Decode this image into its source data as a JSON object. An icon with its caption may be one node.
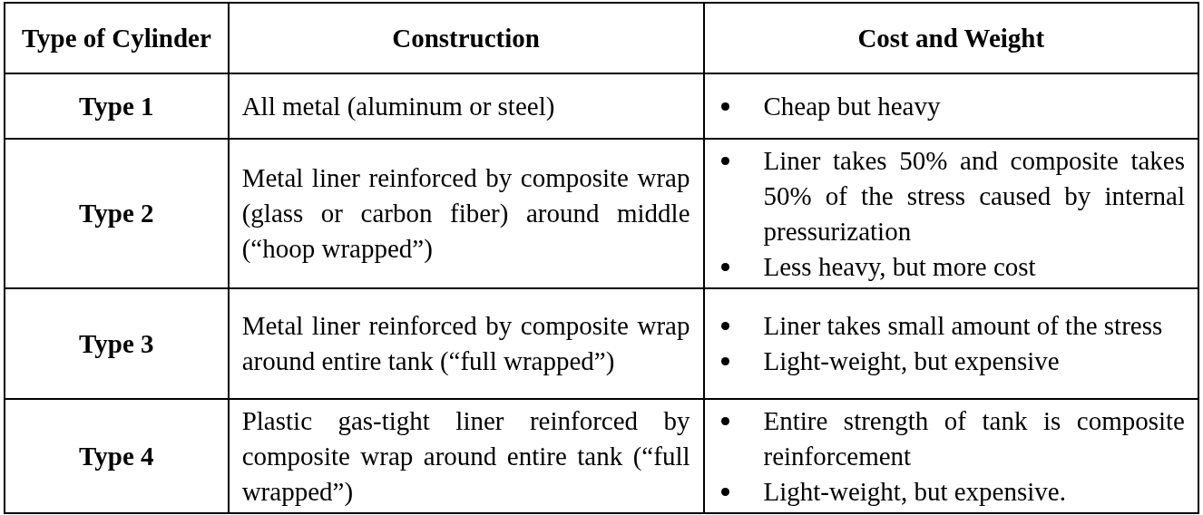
{
  "diagram": {
    "labels": [
      "Type of Cylinder",
      "Construction",
      "Cost and Weight",
      "Type 1",
      "All metal (aluminum or steel)",
      "Cheap but heavy",
      "Type 2",
      "Metal liner reinforced by composite wrap (glass or carbon fiber) around middle (“hoop wrapped”)",
      "Liner takes 50% and composite takes 50% of the stress caused by internal pressurization",
      "Less heavy, but more cost",
      "Type 3",
      "Metal liner reinforced by composite wrap around entire tank (“full wrapped”)",
      "Liner takes small amount of the stress",
      "Light-weight, but expensive",
      "Type 4",
      "Plastic gas-tight liner reinforced by composite wrap around entire tank (“full wrapped”)",
      "Entire strength of tank is composite reinforcement",
      "Light-weight, but expensive."
    ]
  }
}
